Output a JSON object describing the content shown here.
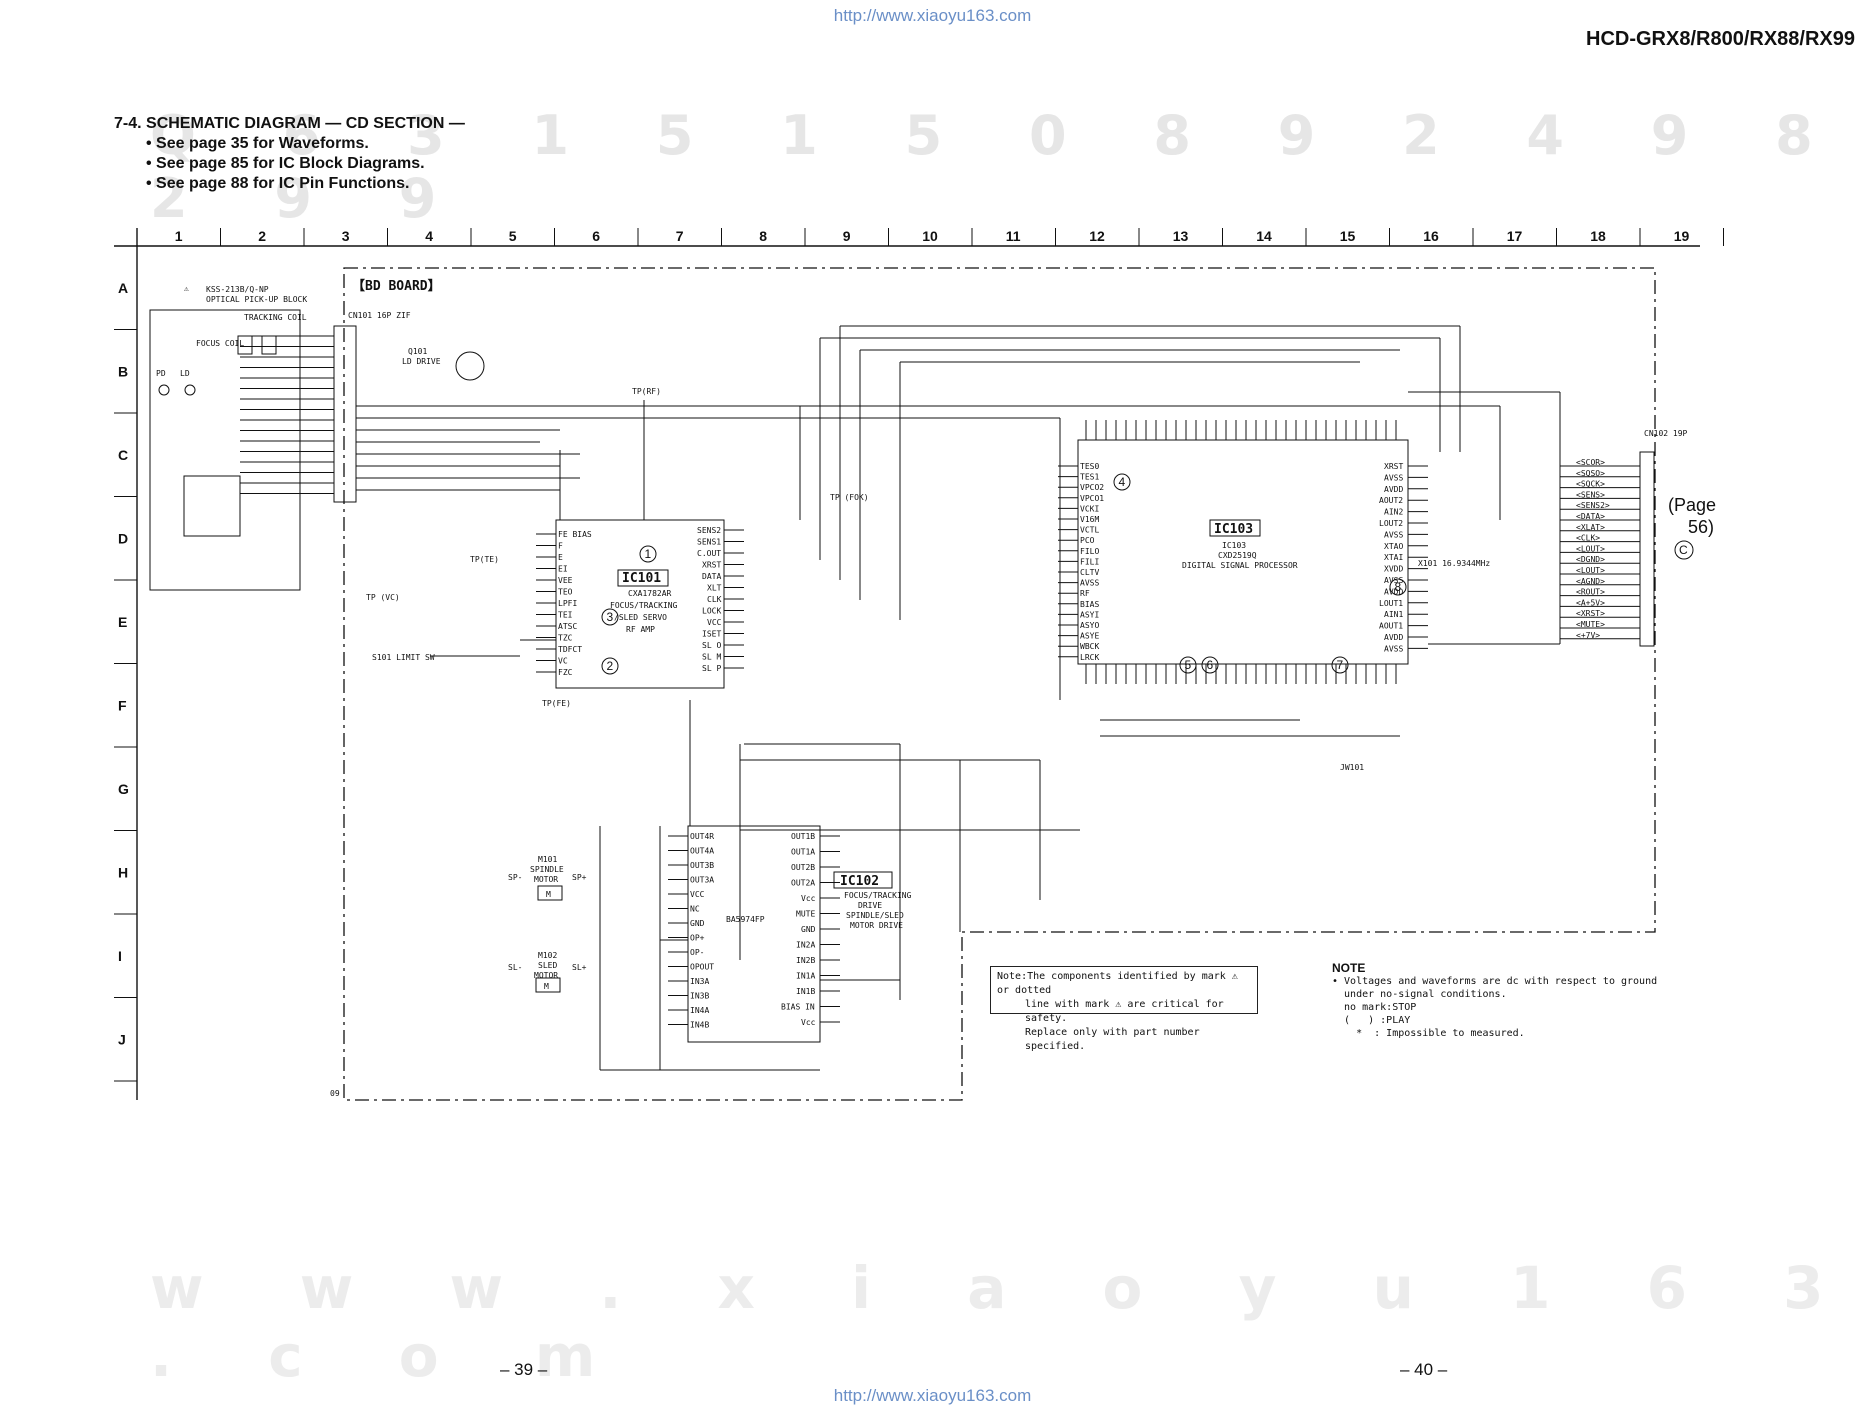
{
  "header": {
    "url": "http://www.xiaoyu163.com",
    "model": "HCD-GRX8/R800/RX88/RX99"
  },
  "section": {
    "title": "7-4. SCHEMATIC DIAGRAM — CD SECTION —",
    "bullets": [
      "See page 35 for Waveforms.",
      "See page 85 for IC Block Diagrams.",
      "See page 88 for IC Pin Functions."
    ]
  },
  "watermark": {
    "row1": "Q 6 3 1 5 1 5 0   8 9 2 4 9 8 2 9 9",
    "row2": "w w w . x i a o y u 1 6 3 . c o m"
  },
  "grid": {
    "columns": [
      "1",
      "2",
      "3",
      "4",
      "5",
      "6",
      "7",
      "8",
      "9",
      "10",
      "11",
      "12",
      "13",
      "14",
      "15",
      "16",
      "17",
      "18",
      "19"
    ],
    "rows": [
      "A",
      "B",
      "C",
      "D",
      "E",
      "F",
      "G",
      "H",
      "I",
      "J"
    ]
  },
  "board": {
    "name": "【BD BOARD】",
    "corner": "09"
  },
  "pickup": {
    "part": "KSS-213B/Q-NP",
    "desc": "OPTICAL PICK-UP BLOCK",
    "tracking_coil": "TRACKING COIL",
    "focus_coil": "FOCUS COIL",
    "pd": "PD",
    "ld": "LD",
    "cn": "CN101 16P ZIF"
  },
  "ic101": {
    "name": "IC101",
    "part": "CXA1782AR",
    "desc": [
      "FOCUS/TRACKING",
      "/SLED SERVO",
      "RF AMP"
    ],
    "left_pins": [
      "FE BIAS",
      "F",
      "E",
      "EI",
      "VEE",
      "TEO",
      "LPFI",
      "TEI",
      "ATSC",
      "TZC",
      "TDFCT",
      "VC",
      "FZC"
    ],
    "right_pins": [
      "SENS2",
      "SENS1",
      "C.OUT",
      "XRST",
      "DATA",
      "XLT",
      "CLK",
      "LOCK",
      "VCC",
      "ISET",
      "SL O",
      "SL M",
      "SL P"
    ]
  },
  "ic102": {
    "name": "IC102",
    "part": "BA5974FP",
    "desc": [
      "FOCUS/TRACKING",
      "DRIVE",
      "SPINDLE/SLED",
      "MOTOR DRIVE"
    ],
    "pins": [
      "OUT4R",
      "OUT4A",
      "OUT3B",
      "OUT3A",
      "VCC",
      "NC",
      "GND",
      "OP+",
      "OP-",
      "OPOUT",
      "IN3A",
      "IN3B",
      "IN4A",
      "IN4B"
    ],
    "right_pins": [
      "OUT1B",
      "OUT1A",
      "OUT2B",
      "OUT2A",
      "Vcc",
      "MUTE",
      "GND",
      "IN2A",
      "IN2B",
      "IN1A",
      "IN1B",
      "BIAS IN",
      "Vcc"
    ]
  },
  "ic103": {
    "name": "IC103",
    "part": "CXD2519Q",
    "desc": "DIGITAL SIGNAL PROCESSOR",
    "left_pins": [
      "TES0",
      "TES1",
      "VPCO2",
      "VPCO1",
      "VCKI",
      "V16M",
      "VCTL",
      "PCO",
      "FILO",
      "FILI",
      "CLTV",
      "AVSS",
      "RF",
      "BIAS",
      "ASYI",
      "ASYO",
      "ASYE",
      "WBCK",
      "LRCK"
    ],
    "right_pins": [
      "XRST",
      "AVSS",
      "AVDD",
      "AOUT2",
      "AIN2",
      "LOUT2",
      "AVSS",
      "XTAO",
      "XTAI",
      "XVDD",
      "AVSS",
      "AVDD",
      "LOUT1",
      "AIN1",
      "AOUT1",
      "AVDD",
      "AVSS"
    ]
  },
  "motors": {
    "spindle": [
      "M101",
      "SPINDLE",
      "MOTOR"
    ],
    "sled": [
      "M102",
      "SLED",
      "MOTOR"
    ],
    "sp_minus": "SP-",
    "sp_plus": "SP+",
    "sl_minus": "SL-",
    "sl_plus": "SL+"
  },
  "misc_labels": {
    "q101": "Q101",
    "q101_desc": "LD DRIVE",
    "limit_sw": "S101 LIMIT SW",
    "tp_rf": "TP(RF)",
    "tp_te": "TP(TE)",
    "tp_vc": "TP (VC)",
    "tp_fe": "TP(FE)",
    "tp_fok": "TP (FOK)",
    "cn102": "CN102 19P",
    "jw101": "JW101",
    "x101": "X101 16.9344MHz"
  },
  "cn102_signals": [
    "SCOR",
    "SQSO",
    "SQCK",
    "SENS",
    "SENS2",
    "DATA",
    "XLAT",
    "CLK",
    "LOUT",
    "DGND",
    "LOUT",
    "AGND",
    "ROUT",
    "A+5V",
    "XRST",
    "MUTE",
    "+7V"
  ],
  "callouts": [
    "1",
    "2",
    "3",
    "4",
    "5",
    "6",
    "7",
    "8"
  ],
  "page_ref": {
    "text1": "(Page",
    "text2": "56)",
    "mark": "C"
  },
  "notes": {
    "caution_lines": [
      "Note:The components identified by mark ⚠ or dotted",
      "line with mark ⚠ are critical for safety.",
      "Replace only with part number specified."
    ],
    "title": "NOTE",
    "lines": [
      "• Voltages and waveforms are dc with respect to ground",
      "  under no-signal conditions.",
      "  no mark:STOP",
      "  (   ) :PLAY",
      "    *  : Impossible to measured."
    ]
  },
  "pages": {
    "left": "– 39 –",
    "right": "– 40 –"
  }
}
